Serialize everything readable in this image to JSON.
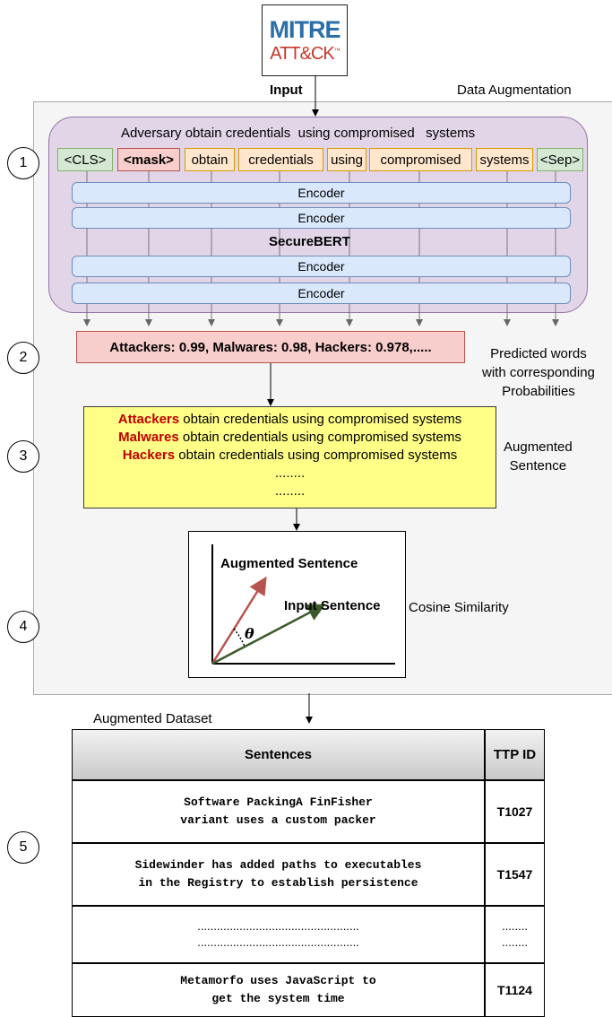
{
  "logo": {
    "line1": "MITRE",
    "line2": "ATT&CK",
    "tm": "™"
  },
  "labels": {
    "input": "Input",
    "data_augmentation": "Data Augmentation",
    "predicted": [
      "Predicted words",
      "with corresponding",
      "Probabilities"
    ],
    "augmented": [
      "Augmented",
      "Sentence"
    ],
    "cosine": "Cosine Similarity",
    "augmented_dataset": "Augmented Dataset"
  },
  "steps": [
    "1",
    "2",
    "3",
    "4",
    "5"
  ],
  "bert": {
    "sentence": "Adversary obtain credentials  using compromised   systems",
    "tokens": [
      "<CLS>",
      "<mask>",
      "obtain",
      "credentials",
      "using",
      "compromised",
      "systems",
      "<Sep>"
    ],
    "encoder_label": "Encoder",
    "model_name": "SecureBERT"
  },
  "prediction": "Attackers: 0.99, Malwares: 0.98, Hackers: 0.978,.....",
  "augmented_sentences": [
    {
      "keyword": "Attackers",
      "rest": " obtain credentials using compromised systems"
    },
    {
      "keyword": "Malwares",
      "rest": " obtain credentials using compromised systems"
    },
    {
      "keyword": "Hackers",
      "rest": " obtain credentials using compromised systems"
    }
  ],
  "ellipsis": "........",
  "ellipsis2": ".......",
  "cosine_plot": {
    "vector1": "Augmented Sentence",
    "vector2": "Input Sentence",
    "angle": "θ",
    "colors": {
      "augmented": "#b85450",
      "input": "#3c5a2a"
    }
  },
  "table": {
    "headers": [
      "Sentences",
      "TTP ID"
    ],
    "rows": [
      {
        "sentence": [
          "Software PackingA FinFisher",
          "variant uses a custom packer"
        ],
        "id": "T1027"
      },
      {
        "sentence": [
          "Sidewinder has added paths to executables",
          "in the Registry to establish persistence"
        ],
        "id": "T1547"
      },
      {
        "sentence": [
          "..................................................",
          ".................................................."
        ],
        "id": "........",
        "id2": "........"
      },
      {
        "sentence": [
          "Metamorfo uses JavaScript to",
          "get the system time"
        ],
        "id": "T1124"
      }
    ]
  }
}
